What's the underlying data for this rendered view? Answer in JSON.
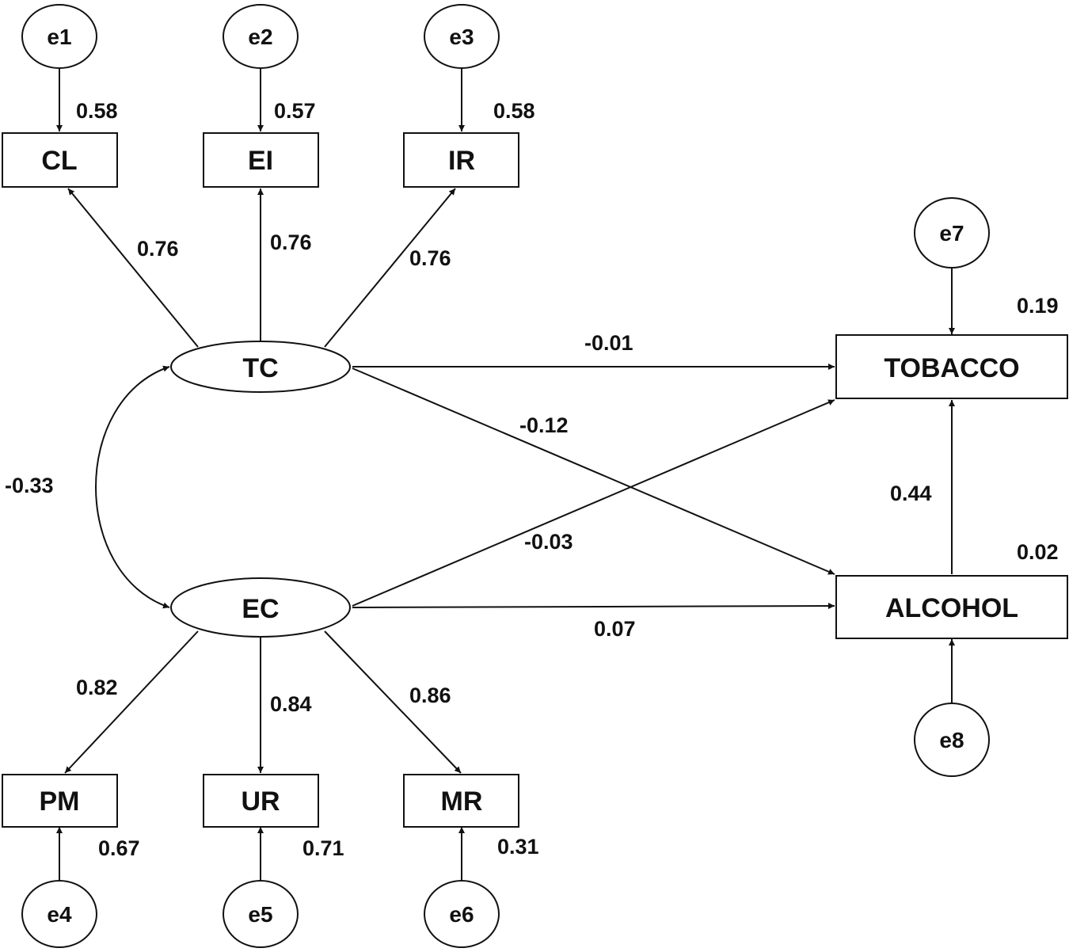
{
  "nodes": {
    "e1": "e1",
    "e2": "e2",
    "e3": "e3",
    "e4": "e4",
    "e5": "e5",
    "e6": "e6",
    "e7": "e7",
    "e8": "e8",
    "CL": "CL",
    "EI": "EI",
    "IR": "IR",
    "PM": "PM",
    "UR": "UR",
    "MR": "MR",
    "TC": "TC",
    "EC": "EC",
    "TOBACCO": "TOBACCO",
    "ALCOHOL": "ALCOHOL"
  },
  "coefficients": {
    "e1_CL": "0.58",
    "e2_EI": "0.57",
    "e3_IR": "0.58",
    "TC_CL": "0.76",
    "TC_EI": "0.76",
    "TC_IR": "0.76",
    "TC_EC_cov": "-0.33",
    "TC_TOBACCO": "-0.01",
    "TC_ALCOHOL": "-0.12",
    "EC_TOBACCO": "-0.03",
    "EC_ALCOHOL": "0.07",
    "ALCOHOL_TOBACCO": "0.44",
    "TOBACCO_r2": "0.19",
    "ALCOHOL_r2": "0.02",
    "EC_PM": "0.82",
    "EC_UR": "0.84",
    "EC_MR": "0.86",
    "e4_PM": "0.67",
    "e5_UR": "0.71",
    "e6_MR": "0.31"
  }
}
